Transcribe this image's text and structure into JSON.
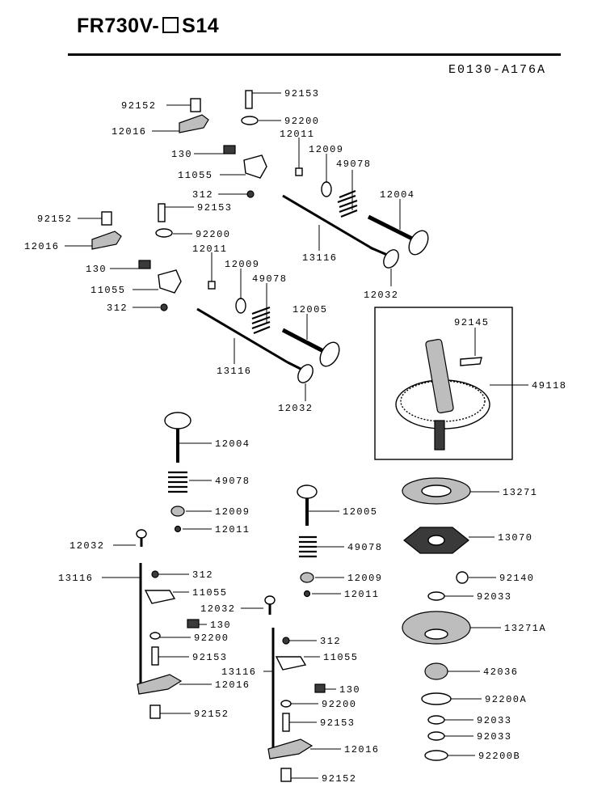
{
  "header": {
    "model_prefix": "FR730V-",
    "model_suffix": "S14",
    "drawing_code": "E0130-A176A"
  },
  "callouts": [
    "92152",
    "92153",
    "12016",
    "92200",
    "12011",
    "130",
    "12009",
    "49078",
    "11055",
    "312",
    "12004",
    "92152",
    "92153",
    "12016",
    "92200",
    "12011",
    "130",
    "12009",
    "49078",
    "11055",
    "312",
    "12005",
    "13116",
    "13116",
    "12032",
    "12032",
    "92145",
    "49118",
    "12004",
    "49078",
    "12009",
    "12011",
    "12005",
    "49078",
    "12009",
    "12011",
    "13271",
    "13070",
    "92140",
    "92033",
    "13271A",
    "42036",
    "92200A",
    "92033",
    "92033",
    "92200B",
    "12032",
    "13116",
    "312",
    "11055",
    "130",
    "92200",
    "92153",
    "12016",
    "92152",
    "12032",
    "13116",
    "312",
    "11055",
    "130",
    "92200",
    "92153",
    "12016",
    "92152"
  ]
}
